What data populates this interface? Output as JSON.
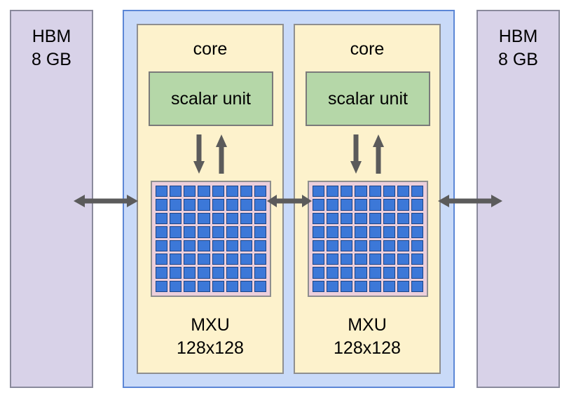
{
  "diagram": {
    "title": "tpu-chip-block-diagram",
    "hbm_left": {
      "line1": "HBM",
      "line2": "8 GB"
    },
    "hbm_right": {
      "line1": "HBM",
      "line2": "8 GB"
    },
    "cores": [
      {
        "label": "core",
        "scalar_unit_label": "scalar unit",
        "mxu_line1": "MXU",
        "mxu_line2": "128x128"
      },
      {
        "label": "core",
        "scalar_unit_label": "scalar unit",
        "mxu_line1": "MXU",
        "mxu_line2": "128x128"
      }
    ],
    "mxu_grid": {
      "rows": 8,
      "cols": 8
    },
    "icons": [
      "left-right-arrow-icon",
      "down-arrow-icon",
      "up-arrow-icon"
    ],
    "colors": {
      "hbm_fill": "#d8d2e8",
      "chip_fill": "#c9daf8",
      "chip_border": "#5c87d6",
      "core_fill": "#fdf2cc",
      "scalar_fill": "#b5d7a8",
      "mxu_frame_fill": "#eccfdc",
      "mxu_cell_fill": "#3c78d8",
      "mxu_cell_border": "#1c4587",
      "arrow": "#5b5b5b",
      "text": "#000000"
    }
  }
}
